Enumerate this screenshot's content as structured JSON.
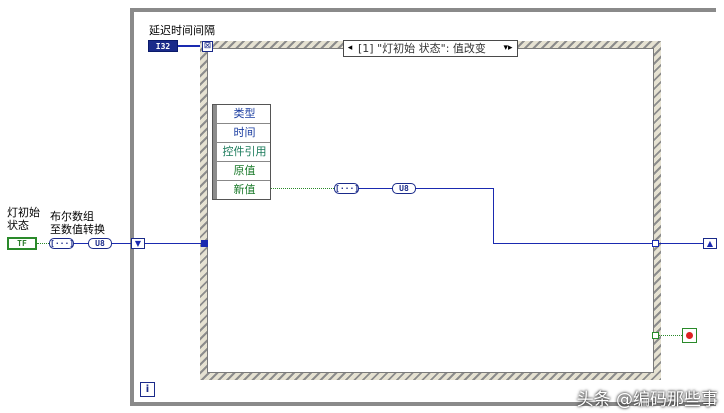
{
  "labels": {
    "delay": "延迟时间间隔",
    "light_init": "灯初始\n状态",
    "bool_array": "布尔数组\n至数值转换"
  },
  "terminals": {
    "i32": "I32",
    "tf": "TF",
    "u8_left": "U8",
    "u8_right": "U8",
    "array_left": "[···]",
    "array_right": "[···]",
    "iteration": "i"
  },
  "event_selector": {
    "text": "[1] \"灯初始 状态\": 值改变",
    "left_arrow": "◂",
    "right_arrow": "▾▸"
  },
  "event_data_node": {
    "rows": [
      "类型",
      "时间",
      "控件引用",
      "原值",
      "新值"
    ]
  },
  "watermark": "头条 @编码那些事"
}
